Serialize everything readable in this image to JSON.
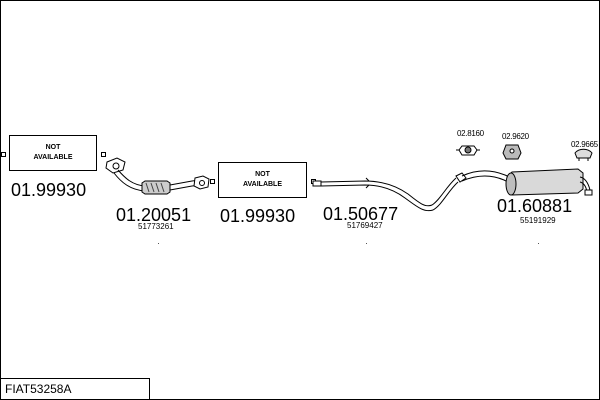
{
  "parts": [
    {
      "ref": "01.99930",
      "status_line1": "NOT",
      "status_line2": "AVAILABLE"
    },
    {
      "ref": "01.20051",
      "oe": "51773261"
    },
    {
      "ref": "01.99930",
      "status_line1": "NOT",
      "status_line2": "AVAILABLE"
    },
    {
      "ref": "01.50677",
      "oe": "51769427"
    },
    {
      "ref": "01.60881",
      "oe": "55191929"
    }
  ],
  "accessories": [
    {
      "ref": "02.8160"
    },
    {
      "ref": "02.9620"
    },
    {
      "ref": "02.9665"
    }
  ],
  "kit": {
    "title": "FIAT53258A"
  }
}
